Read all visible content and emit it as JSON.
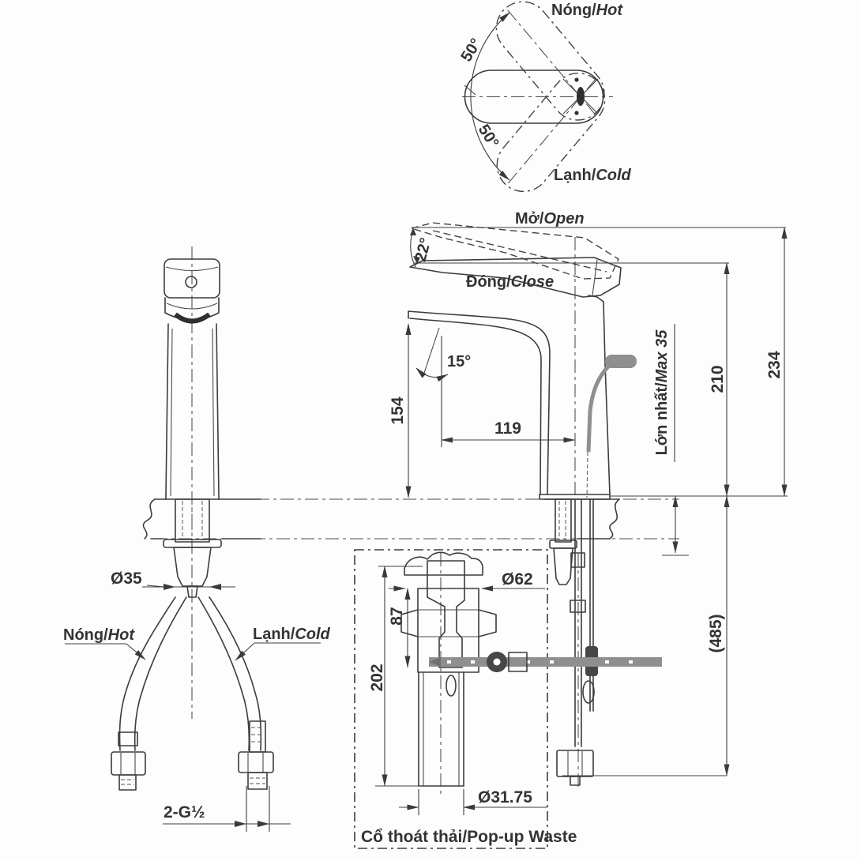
{
  "top_view": {
    "hot": {
      "vi": "Nóng/",
      "en": "Hot"
    },
    "cold": {
      "vi": "Lạnh/",
      "en": "Cold"
    },
    "angle_upper": "50°",
    "angle_lower": "50°"
  },
  "side_view": {
    "open": {
      "vi": "Mở/",
      "en": "Open"
    },
    "close": {
      "vi": "Đóng/",
      "en": "Close"
    },
    "handle_angle": "22°",
    "spout_angle": "15°",
    "max_deck": {
      "vi": "Lớn nhất/",
      "en": "Max 35"
    },
    "d154": "154",
    "d119": "119",
    "d210": "210",
    "d234": "234",
    "d485": "(485)"
  },
  "front_view": {
    "d35": "Ø35",
    "hot": {
      "vi": "Nóng/",
      "en": "Hot"
    },
    "cold": {
      "vi": "Lạnh/",
      "en": "Cold"
    },
    "thread": "2-G½"
  },
  "popup_waste": {
    "d62": "Ø62",
    "d87": "87",
    "d202": "202",
    "d3175": "Ø31.75",
    "label": {
      "vi": "Cổ thoát thải/",
      "en": "Pop-up Waste"
    }
  }
}
